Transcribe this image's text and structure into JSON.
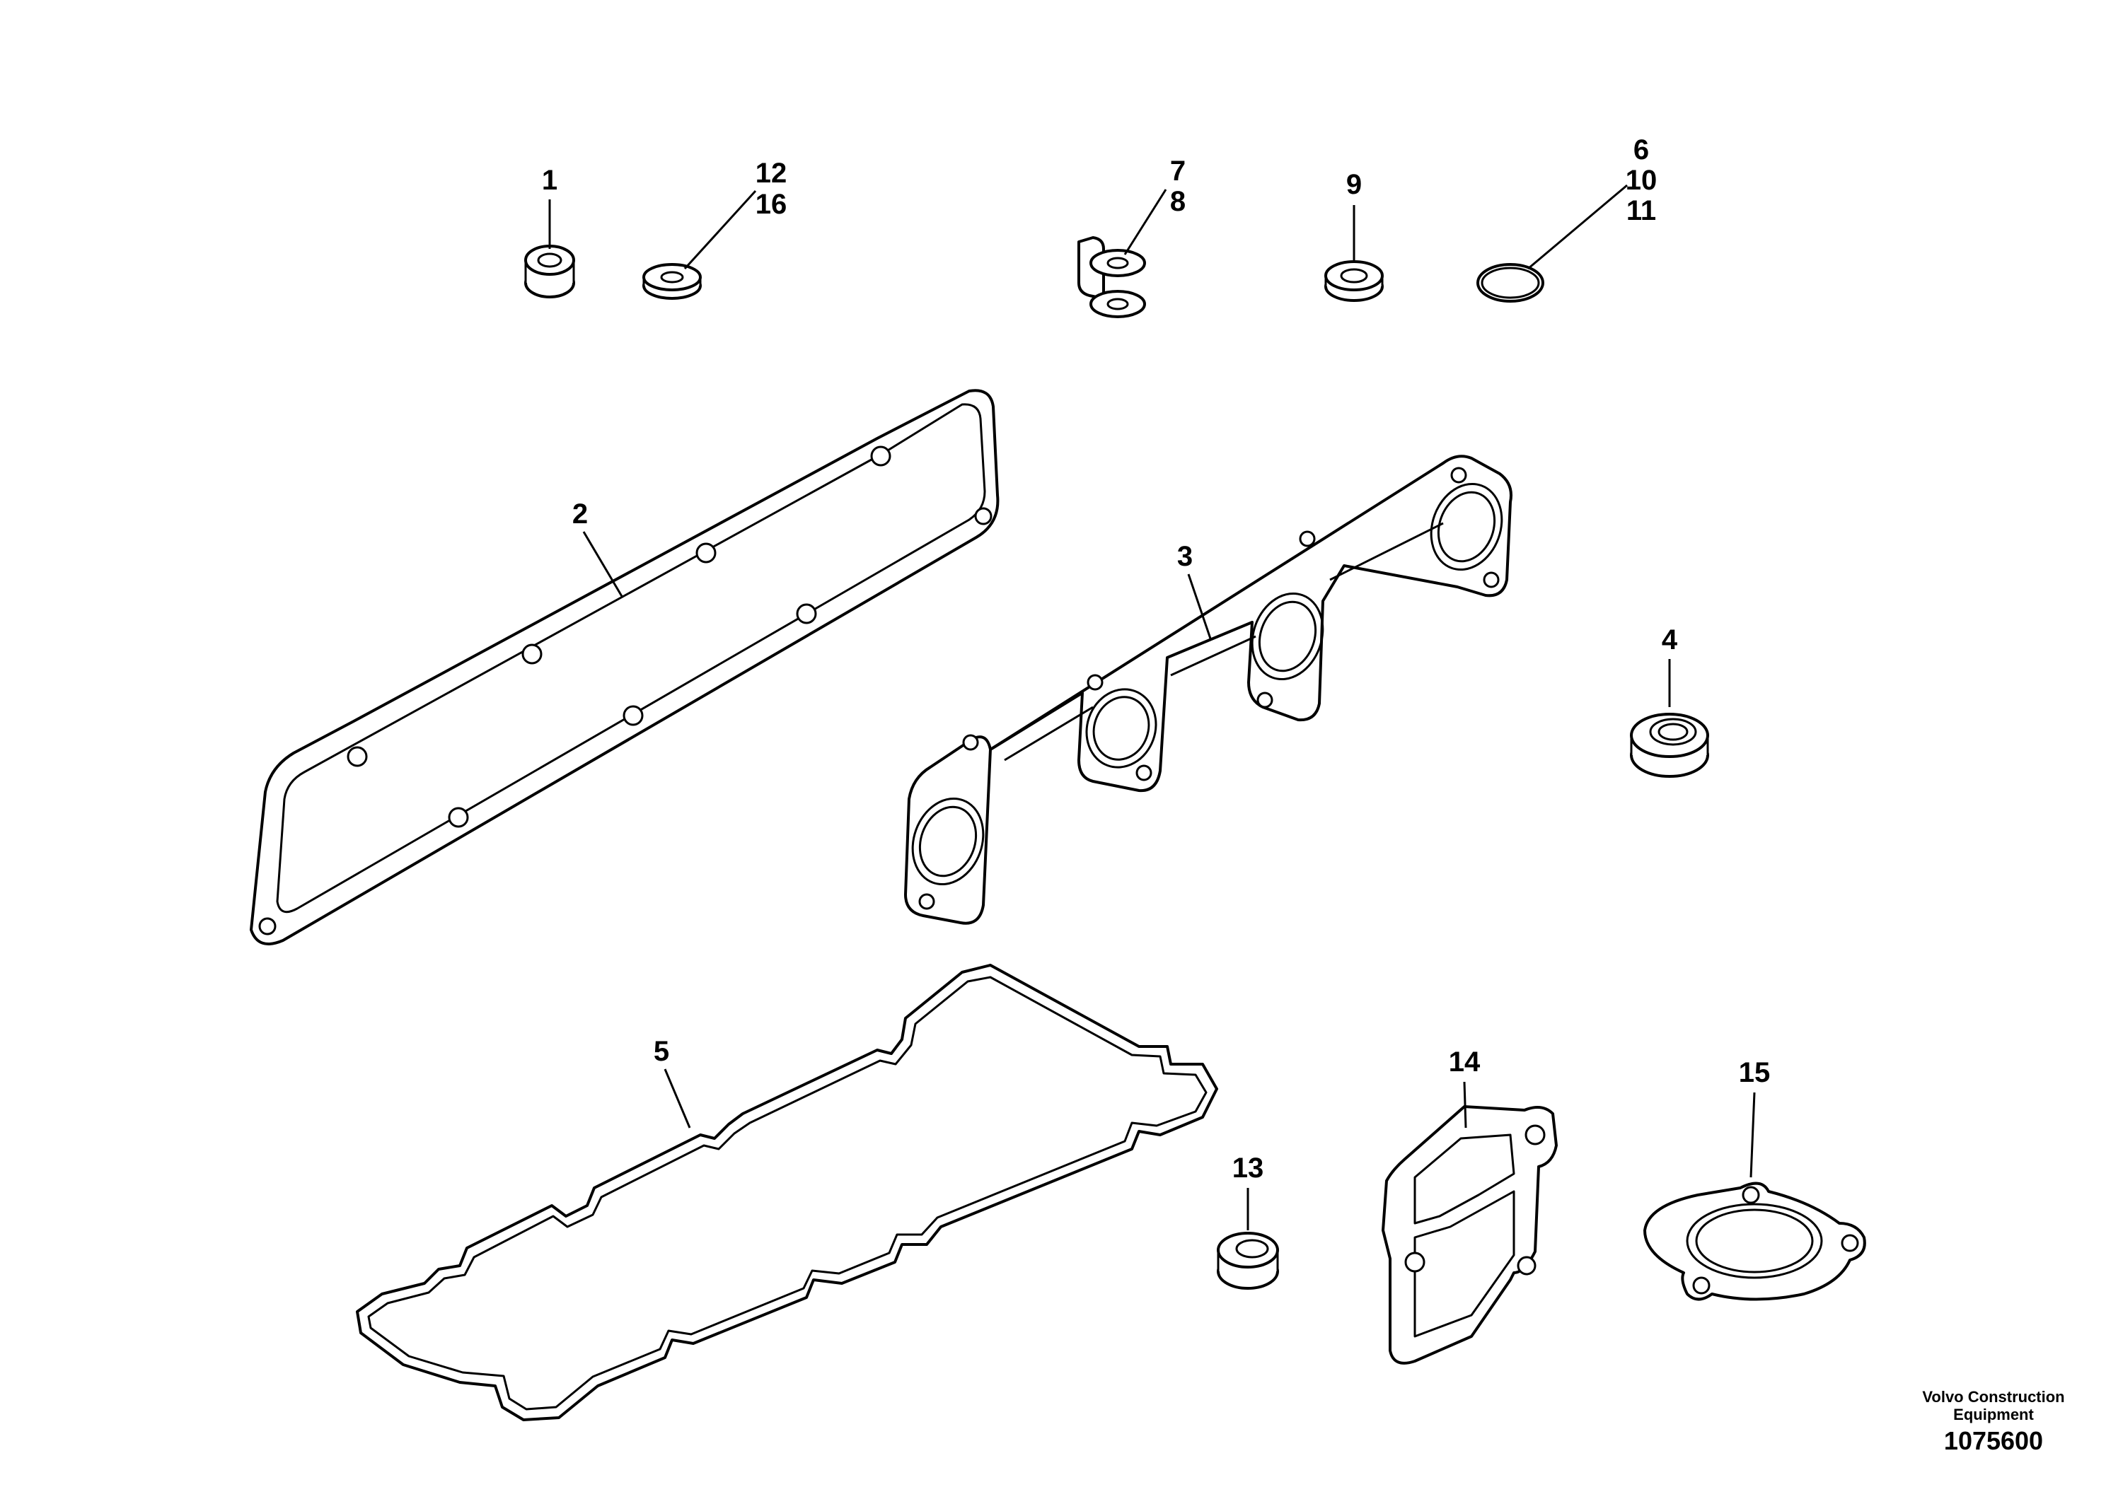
{
  "labels": {
    "p1": "1",
    "p12": "12",
    "p16": "16",
    "p7": "7",
    "p8": "8",
    "p9": "9",
    "p6": "6",
    "p10": "10",
    "p11": "11",
    "p2": "2",
    "p3": "3",
    "p4": "4",
    "p5": "5",
    "p13": "13",
    "p14": "14",
    "p15": "15"
  },
  "caption": {
    "line1": "Volvo Construction",
    "line2": "Equipment",
    "number": "1075600"
  }
}
